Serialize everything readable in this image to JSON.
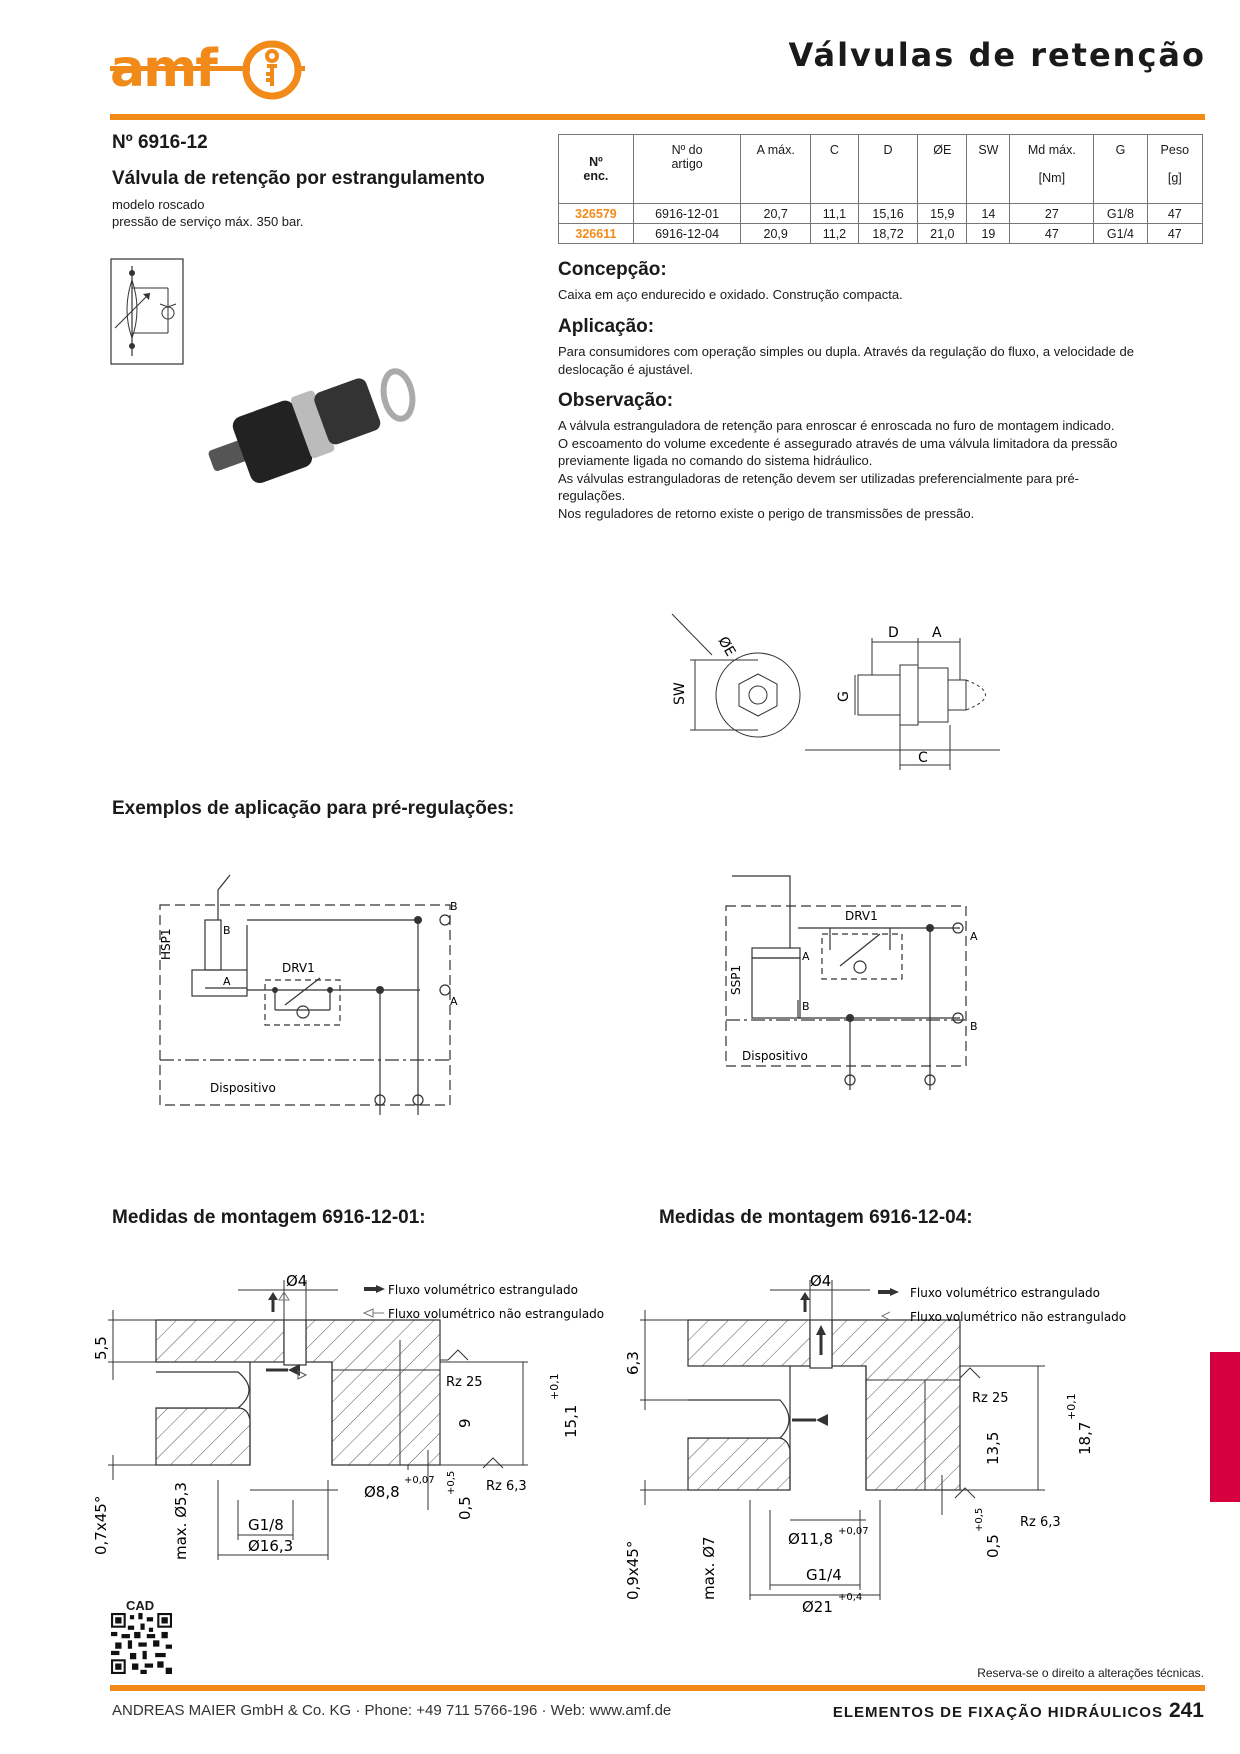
{
  "header": {
    "brand": "amf",
    "title": "Válvulas de retenção"
  },
  "product": {
    "number": "Nº 6916-12",
    "name": "Válvula de retenção por estrangulamento",
    "lines": [
      "modelo roscado",
      "pressão de serviço máx. 350 bar."
    ]
  },
  "table": {
    "headers": [
      {
        "top": "Nº",
        "bottom": "enc."
      },
      {
        "top": "Nº do",
        "bottom": "artigo"
      },
      {
        "top": "A máx.",
        "bottom": ""
      },
      {
        "top": "C",
        "bottom": ""
      },
      {
        "top": "D",
        "bottom": ""
      },
      {
        "top": "ØE",
        "bottom": ""
      },
      {
        "top": "SW",
        "bottom": ""
      },
      {
        "top": "Md máx.",
        "bottom": "[Nm]"
      },
      {
        "top": "G",
        "bottom": ""
      },
      {
        "top": "Peso",
        "bottom": "[g]"
      }
    ],
    "rows": [
      [
        "326579",
        "6916-12-01",
        "20,7",
        "11,1",
        "15,16",
        "15,9",
        "14",
        "27",
        "G1/8",
        "47"
      ],
      [
        "326611",
        "6916-12-04",
        "20,9",
        "11,2",
        "18,72",
        "21,0",
        "19",
        "47",
        "G1/4",
        "47"
      ]
    ]
  },
  "sections": [
    {
      "title": "Concepção:",
      "lines": [
        "Caixa em aço endurecido e oxidado. Construção compacta."
      ]
    },
    {
      "title": "Aplicação:",
      "lines": [
        "Para consumidores com operação simples ou dupla. Através da regulação do fluxo, a velocidade de",
        "deslocação é ajustável."
      ]
    },
    {
      "title": "Observação:",
      "lines": [
        "A válvula estranguladora de retenção para enroscar é enroscada no furo de montagem indicado.",
        "O escoamento do volume excedente é assegurado através de uma válvula limitadora da pressão",
        "previamente ligada no comando do sistema hidráulico.",
        "As válvulas estranguladoras de retenção devem ser utilizadas preferencialmente para pré-",
        "regulações.",
        "Nos reguladores de retorno existe o perigo de transmissões de pressão."
      ]
    }
  ],
  "dims_drawing": {
    "E": "ØE",
    "SW": "SW",
    "G": "G",
    "D": "D",
    "A": "A",
    "C": "C"
  },
  "examples": {
    "title": "Exemplos de aplicação para pré-regulações:",
    "left": {
      "cyl": "HSP1",
      "valve": "DRV1",
      "B": "B",
      "A": "A",
      "device": "Dispositivo"
    },
    "right": {
      "cyl": "SSP1",
      "valve": "DRV1",
      "B": "B",
      "A": "A",
      "device": "Dispositivo"
    }
  },
  "mount01": {
    "title": "Medidas de montagem 6916-12-01:",
    "legend1": "Fluxo volumétrico estrangulado",
    "legend2": "Fluxo volumétrico não estrangulado",
    "d4": "Ø4",
    "h55": "5,5",
    "rz25": "Rz 25",
    "tol01": "+0,1",
    "h151": "15,1",
    "h9": "9",
    "chamfer": "0,7x45°",
    "max53": "max. Ø5,3",
    "d88": "Ø8,8",
    "tol007": "+0,07",
    "tol05": "+0,5",
    "h05": "0,5",
    "rz63": "Rz 6,3",
    "g18": "G1/8",
    "d163": "Ø16,3"
  },
  "mount04": {
    "title": "Medidas de montagem 6916-12-04:",
    "legend1": "Fluxo volumétrico estrangulado",
    "legend2": "Fluxo volumétrico não estrangulado",
    "d4": "Ø4",
    "h63": "6,3",
    "rz25": "Rz 25",
    "tol01": "+0,1",
    "h187": "18,7",
    "h135": "13,5",
    "chamfer": "0,9x45°",
    "max7": "max. Ø7",
    "d118": "Ø11,8",
    "tol007": "+0,07",
    "tol05": "+0,5",
    "h05": "0,5",
    "rz63": "Rz 6,3",
    "g14": "G1/4",
    "d21": "Ø21",
    "tol04": "+0,4"
  },
  "footer": {
    "cad": "CAD",
    "reserve": "Reserva-se o direito a alterações técnicas.",
    "company": "ANDREAS MAIER GmbH & Co. KG · Phone: +49 711 5766-196 · Web: www.amf.de",
    "category": "ELEMENTOS DE FIXAÇÃO HIDRÁULICOS",
    "page": "241"
  },
  "colors": {
    "accent": "#f28a1a",
    "side_tab": "#d6003e"
  }
}
